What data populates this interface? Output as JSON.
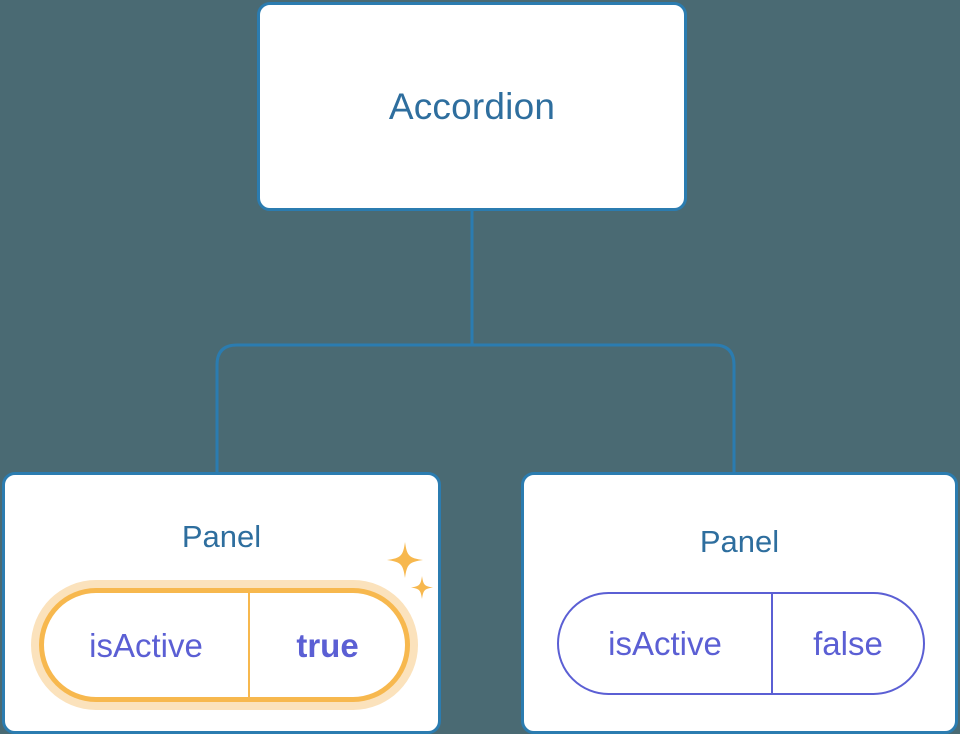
{
  "diagram": {
    "type": "component-tree",
    "background_color": "#4a6a73",
    "edge_color": "#2b7cb0",
    "card_border_color": "#2b7cb0",
    "title_color": "#2e6e9e",
    "prop_color": "#5b5fd4",
    "highlight_color": "#f7b84e",
    "highlight_glow_color": "#fbe2bc",
    "root": {
      "label": "Accordion"
    },
    "children": [
      {
        "label": "Panel",
        "highlighted": true,
        "prop": {
          "key": "isActive",
          "value": "true"
        },
        "sparkle_icon": "sparkles-icon"
      },
      {
        "label": "Panel",
        "highlighted": false,
        "prop": {
          "key": "isActive",
          "value": "false"
        }
      }
    ]
  }
}
